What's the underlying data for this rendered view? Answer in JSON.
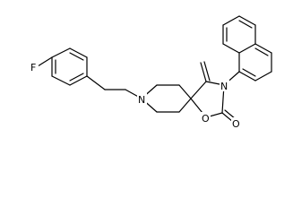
{
  "molecule": {
    "atoms": {
      "fluorine": "F",
      "nitrogen_piperidine": "N",
      "nitrogen_oxazolidinone": "N",
      "oxygen_ring": "O",
      "oxygen_carbonyl": "O"
    },
    "colors": {
      "bond": "#000000",
      "label": "#000000",
      "background": "#ffffff"
    }
  }
}
